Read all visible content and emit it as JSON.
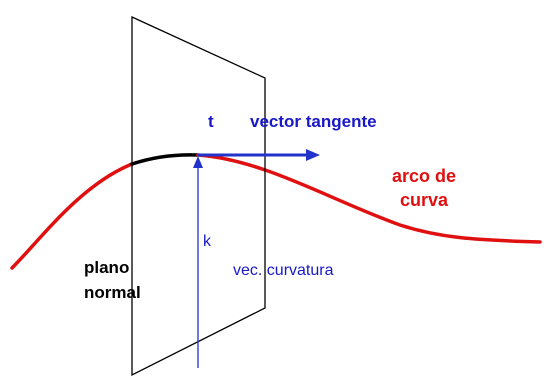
{
  "labels": {
    "t": "t",
    "vector_tangente": "vector tangente",
    "arco_line1": "arco de",
    "arco_line2": "curva",
    "k": "k",
    "vec_curvatura": "vec. curvatura",
    "plano_line1": "plano",
    "plano_line2": "normal"
  },
  "colors": {
    "blue_text": "#1818c8",
    "blue_vector": "#2233cc",
    "red_curve": "#e01010",
    "black": "#000000"
  }
}
